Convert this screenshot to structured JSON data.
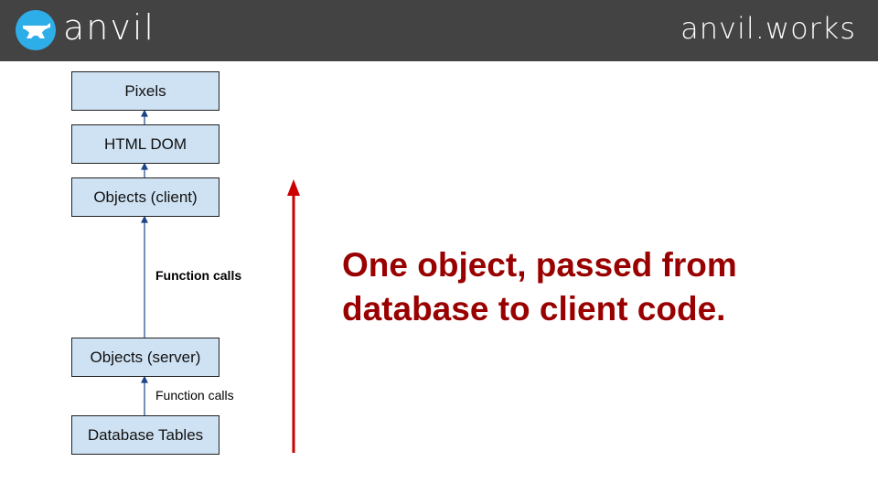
{
  "header": {
    "logo_text": "anvil",
    "brand": "anvil.works"
  },
  "diagram": {
    "boxes": [
      "Pixels",
      "HTML DOM",
      "Objects (client)",
      "Objects (server)",
      "Database Tables"
    ],
    "edge_labels": {
      "client_server": "Function calls",
      "server_db": "Function calls"
    }
  },
  "headline": {
    "line1": "One object, passed from",
    "line2": "database to client code."
  },
  "colors": {
    "box_fill": "#cfe2f3",
    "arrow_blue": "#1c4587",
    "arrow_red": "#cc0000",
    "headline": "#990000",
    "header": "#434343"
  }
}
